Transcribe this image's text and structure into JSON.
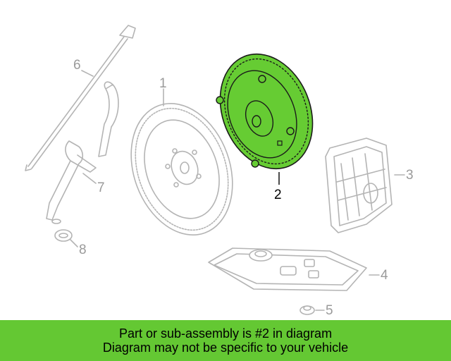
{
  "diagram": {
    "callouts": {
      "part1": "1",
      "part2": "2",
      "part3": "3",
      "part4": "4",
      "part5": "5",
      "part6": "6",
      "part7": "7",
      "part8": "8"
    },
    "highlight_color": "#66cc33",
    "ghost_color": "#b4b4b4"
  },
  "banner": {
    "line1": "Part or sub-assembly is #2 in diagram",
    "line2": "Diagram may not be specific to your vehicle",
    "background": "#64c833"
  }
}
